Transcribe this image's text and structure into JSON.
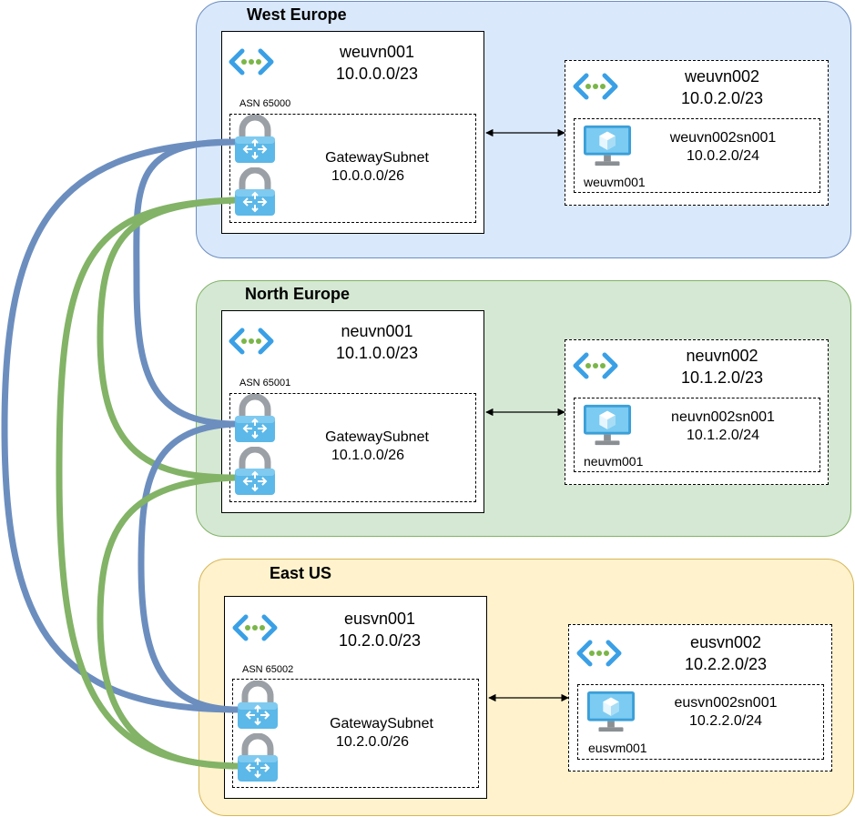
{
  "colors": {
    "west": "#dae8fc",
    "west_border": "#6c8ebf",
    "north": "#d5e8d4",
    "north_border": "#82b366",
    "east": "#fff2cc",
    "east_border": "#d6b656",
    "blue_link": "#6c8ebf",
    "green_link": "#82b366"
  },
  "regions": [
    {
      "title": "West Europe",
      "hub": {
        "name": "weuvn001",
        "cidr": "10.0.0.0/23",
        "asn": "ASN 65000",
        "subnet_name": "GatewaySubnet",
        "subnet_cidr": "10.0.0.0/26"
      },
      "spoke": {
        "name": "weuvn002",
        "cidr": "10.0.2.0/23",
        "subnet_name": "weuvn002sn001",
        "subnet_cidr": "10.0.2.0/24",
        "vm": "weuvm001"
      }
    },
    {
      "title": "North Europe",
      "hub": {
        "name": "neuvn001",
        "cidr": "10.1.0.0/23",
        "asn": "ASN 65001",
        "subnet_name": "GatewaySubnet",
        "subnet_cidr": "10.1.0.0/26"
      },
      "spoke": {
        "name": "neuvn002",
        "cidr": "10.1.2.0/23",
        "subnet_name": "neuvn002sn001",
        "subnet_cidr": "10.1.2.0/24",
        "vm": "neuvm001"
      }
    },
    {
      "title": "East US",
      "hub": {
        "name": "eusvn001",
        "cidr": "10.2.0.0/23",
        "asn": "ASN 65002",
        "subnet_name": "GatewaySubnet",
        "subnet_cidr": "10.2.0.0/26"
      },
      "spoke": {
        "name": "eusvn002",
        "cidr": "10.2.2.0/23",
        "subnet_name": "eusvn002sn001",
        "subnet_cidr": "10.2.2.0/24",
        "vm": "eusvm001"
      }
    }
  ]
}
